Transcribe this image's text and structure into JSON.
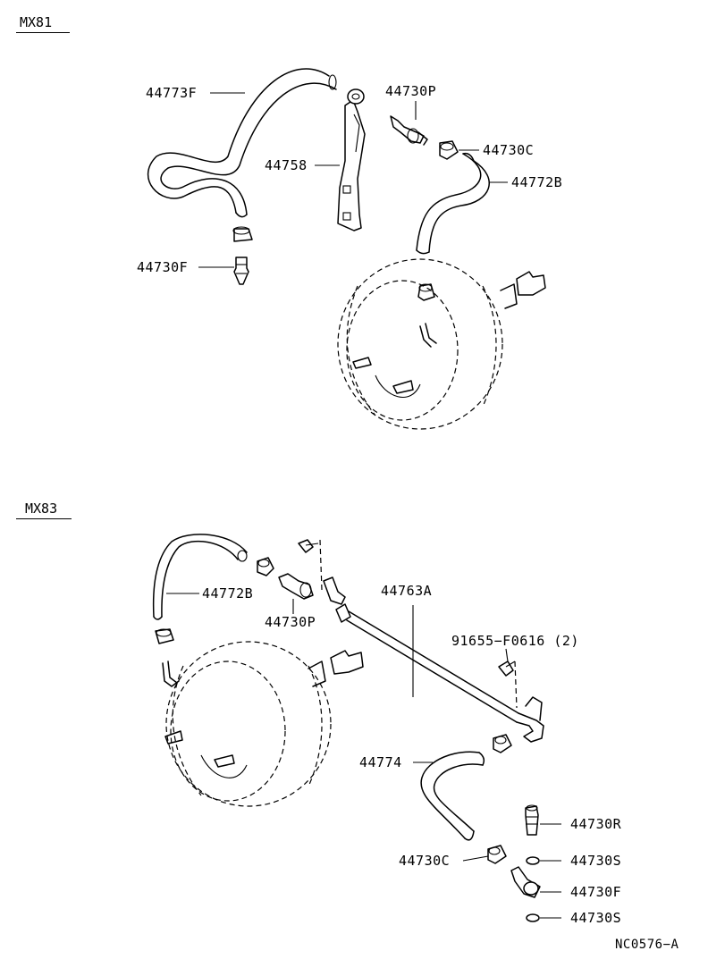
{
  "sections": {
    "mx81": "MX81",
    "mx83": "MX83"
  },
  "mx81_labels": {
    "hose_44773f": "44773F",
    "bracket_44758": "44758",
    "valve_44730p": "44730P",
    "clamp_44730c": "44730C",
    "hose_44772b": "44772B",
    "union_44730f": "44730F"
  },
  "mx83_labels": {
    "hose_44772b": "44772B",
    "valve_44730p": "44730P",
    "tube_44763a": "44763A",
    "bolt_91655": "91655−F0616 (2)",
    "hose_44774": "44774",
    "plug_44730r": "44730R",
    "clamp_44730c": "44730C",
    "washer_44730s_1": "44730S",
    "union_44730f": "44730F",
    "washer_44730s_2": "44730S"
  },
  "figure_code": "NC0576−A"
}
